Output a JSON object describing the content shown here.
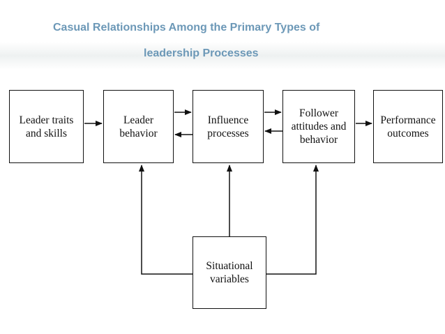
{
  "title": {
    "line1": "Casual Relationships Among the Primary Types of",
    "line2": "leadership Processes"
  },
  "diagram": {
    "nodes": {
      "traits": "Leader traits\nand skills",
      "behavior": "Leader\nbehavior",
      "influence": "Influence\nprocesses",
      "follower": "Follower\nattitudes and\nbehavior",
      "performance": "Performance\noutcomes",
      "situational": "Situational\nvariables"
    },
    "edges": [
      {
        "from": "traits",
        "to": "behavior"
      },
      {
        "from": "behavior",
        "to": "influence"
      },
      {
        "from": "influence",
        "to": "behavior"
      },
      {
        "from": "influence",
        "to": "follower"
      },
      {
        "from": "follower",
        "to": "influence"
      },
      {
        "from": "follower",
        "to": "performance"
      },
      {
        "from": "situational",
        "to": "behavior"
      },
      {
        "from": "situational",
        "to": "influence"
      },
      {
        "from": "situational",
        "to": "follower"
      }
    ]
  },
  "colors": {
    "title": "#6c98b7",
    "line": "#111111"
  }
}
